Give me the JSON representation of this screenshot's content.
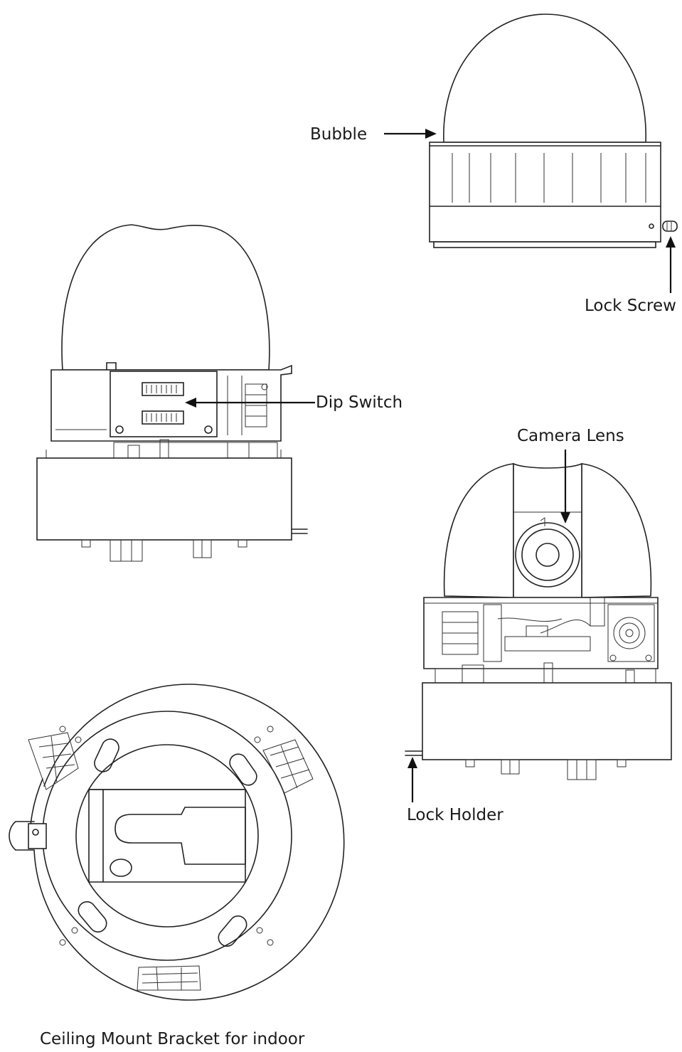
{
  "labels": {
    "bubble": "Bubble",
    "lock_screw": "Lock Screw",
    "dip_switch": "Dip Switch",
    "camera_lens": "Camera Lens",
    "lock_holder": "Lock Holder",
    "caption": "Ceiling Mount Bracket for indoor"
  },
  "colors": {
    "line": "#222222",
    "background": "#ffffff",
    "text": "#1a1a1a"
  }
}
